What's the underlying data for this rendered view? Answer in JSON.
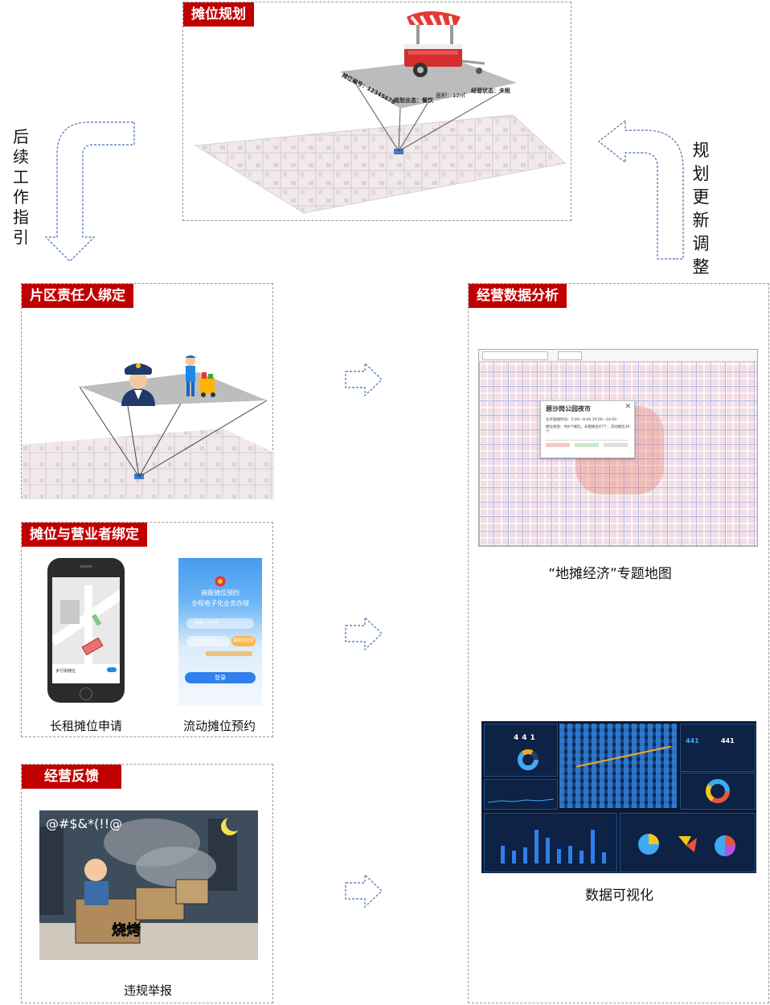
{
  "sections": {
    "planning": {
      "title": "摊位规划"
    },
    "district": {
      "title": "片区责任人绑定"
    },
    "binding": {
      "title": "摊位与营业者绑定",
      "caption_left": "长租摊位申请",
      "caption_right": "流动摊位预约"
    },
    "feedback": {
      "title": "经营反馈",
      "caption": "违规举报"
    },
    "analysis": {
      "title": "经营数据分析",
      "map_caption": "“地摊经济”专题地图",
      "viz_caption": "数据可视化"
    }
  },
  "flow_labels": {
    "left": "后续工作指引",
    "right": "规划更新调整"
  },
  "stall_card": {
    "id_label": "摊位编号：12345678",
    "business": "规划业态：餐饮",
    "area": "面积：12㎡",
    "status": "经营状态：未租"
  },
  "popup": {
    "title": "碧沙岗公园夜市",
    "hours": "允许摆摊时间：5:00—8:00  19:00—24:00",
    "plan": "摊位规划：共8个摊位，长租摊位47个，流动摊位39个"
  },
  "phone_app": {
    "title_line1": "商贩摊位预约",
    "title_line2": "全程电子化业务办理",
    "phone_placeholder": "请输入手机号",
    "code_placeholder": "请输入验证码",
    "code_button": "获取验证码",
    "login_button": "登录",
    "map_bottom": "步行街摊位"
  },
  "dashboard": {
    "num1": "441",
    "num2": "441",
    "num3": "441"
  },
  "colors": {
    "accent": "#c00000",
    "arrow": "#4a6fb5",
    "dash_border": "#9a9a9a"
  },
  "icons": [
    "food-cart-icon",
    "police-officer-icon",
    "street-cleaner-icon",
    "arrow-right-icon",
    "curved-arrow-icon"
  ]
}
